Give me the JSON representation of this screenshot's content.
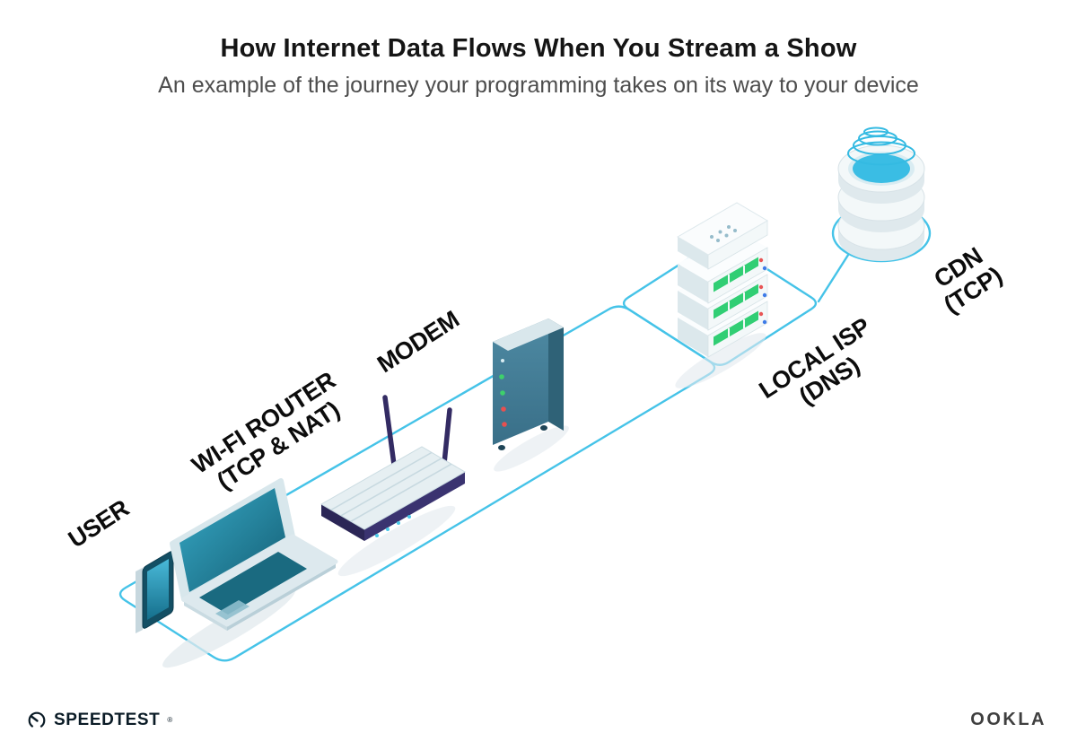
{
  "header": {
    "title": "How Internet Data Flows When You Stream a Show",
    "subtitle": "An example of the journey your programming takes on its way to your device"
  },
  "diagram": {
    "path_color": "#45C3E8",
    "nodes": [
      {
        "id": "user",
        "label": "USER",
        "sublabel": ""
      },
      {
        "id": "wifi-router",
        "label": "WI-FI ROUTER",
        "sublabel": "(TCP & NAT)"
      },
      {
        "id": "modem",
        "label": "MODEM",
        "sublabel": ""
      },
      {
        "id": "local-isp",
        "label": "LOCAL ISP",
        "sublabel": "(DNS)"
      },
      {
        "id": "cdn",
        "label": "CDN",
        "sublabel": "(TCP)"
      }
    ]
  },
  "footer": {
    "speedtest_label": "SPEEDTEST",
    "speedtest_mark": "®",
    "ookla_label": "OOKLA"
  }
}
